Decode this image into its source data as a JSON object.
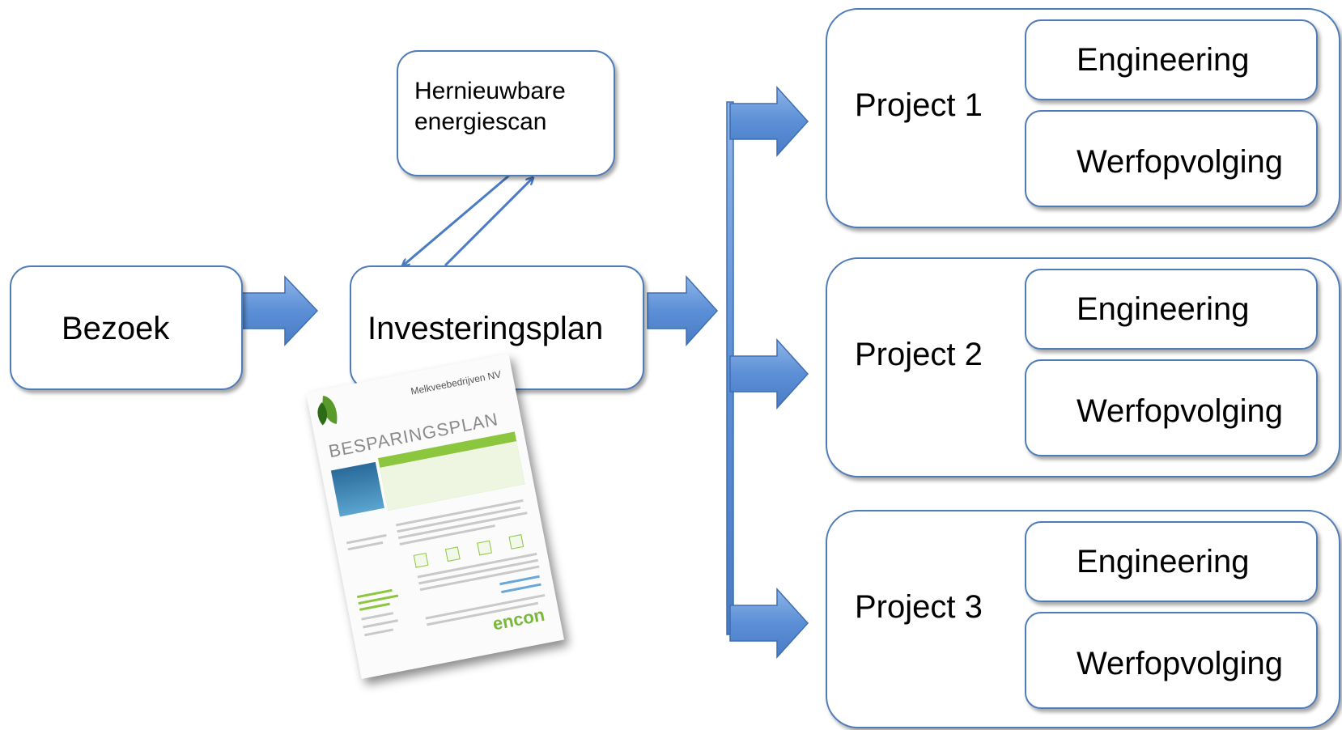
{
  "nodes": {
    "bezoek": "Bezoek",
    "investeringsplan": "Investeringsplan",
    "scan": "Hernieuwbare energiescan"
  },
  "projects": [
    {
      "title": "Project 1",
      "sub1": "Engineering",
      "sub2": "Werfopvolging"
    },
    {
      "title": "Project 2",
      "sub1": "Engineering",
      "sub2": "Werfopvolging"
    },
    {
      "title": "Project 3",
      "sub1": "Engineering",
      "sub2": "Werfopvolging"
    }
  ],
  "document": {
    "company": "Melkveebedrijven NV",
    "heading": "BESPARINGSPLAN",
    "logo": "encon"
  },
  "colors": {
    "box_border": "#4f7cb8",
    "arrow_fill": "#5b8fd6",
    "arrow_stroke": "#3e6fb2"
  }
}
